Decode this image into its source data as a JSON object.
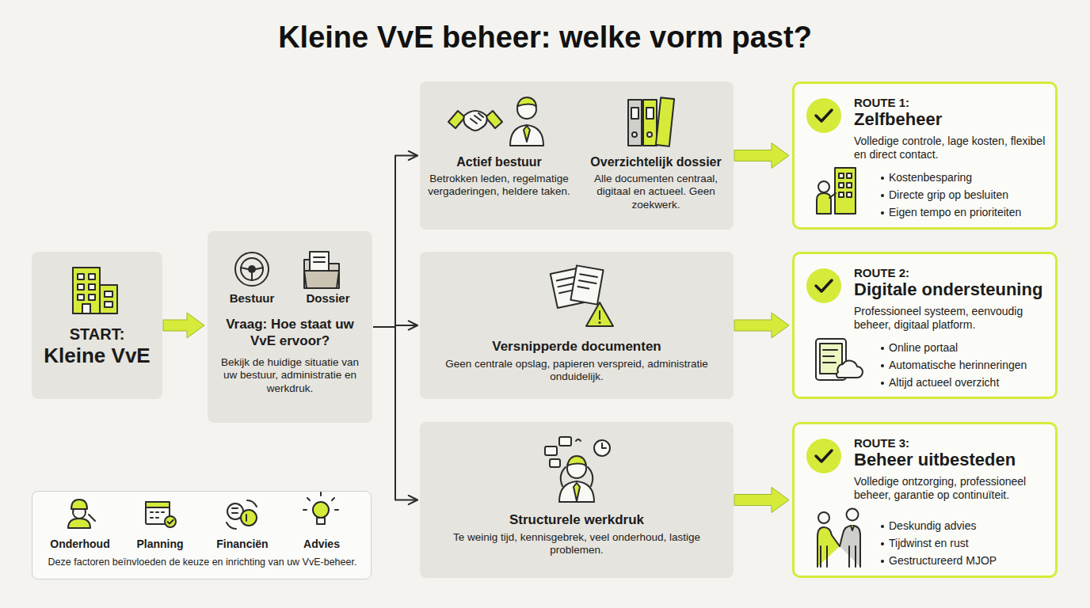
{
  "diagram": {
    "title": "Kleine VvE beheer: welke vorm past?",
    "nodes": [
      {
        "text": [
          "START:",
          "Kleine VvE"
        ]
      },
      {
        "text": [
          "Bestuur",
          "Dossier",
          "Vraag: Hoe staat uw VvE ervoor?",
          "Bekijk de huidige situatie van uw bestuur, administratie en werkdruk."
        ]
      },
      {
        "text": [
          "Actief bestuur",
          "Betrokken leden, regelmatige vergaderingen, heldere taken.",
          "Overzichtelijk dossier",
          "Alle documenten centraal, digitaal en actueel. Geen zoekwerk."
        ]
      },
      {
        "text": [
          "Versnipperde documenten",
          "Geen centrale opslag, papieren verspreid, administratie onduidelijk."
        ]
      },
      {
        "text": [
          "Structurele werkdruk",
          "Te weinig tijd, kennisgebrek, veel onderhoud, lastige problemen."
        ]
      },
      {
        "text": [
          "ROUTE 1:",
          "Zelfbeheer",
          "Volledige controle, lage kosten, flexibel en direct contact.",
          "Kostenbesparing",
          "Directe grip op besluiten",
          "Eigen tempo en prioriteiten"
        ]
      },
      {
        "text": [
          "ROUTE 2:",
          "Digitale ondersteuning",
          "Professioneel systeem, eenvoudig beheer, digitaal platform.",
          "Online portaal",
          "Automatische herinneringen",
          "Altijd actueel overzicht"
        ]
      },
      {
        "text": [
          "ROUTE 3:",
          "Beheer uitbesteden",
          "Volledige ontzorging, professioneel beheer, garantie op continuïteit.",
          "Deskundig advies",
          "Tijdwinst en rust",
          "Gestructureerd MJOP"
        ]
      },
      {
        "text": [
          "Onderhoud",
          "Planning",
          "Financiën",
          "Advies",
          "Deze factoren beïnvloeden de keuze en inrichting van uw VvE-beheer."
        ]
      }
    ],
    "edges": [
      {
        "from": 0,
        "to": 1,
        "arrow": "to"
      },
      {
        "from": 1,
        "to": 2,
        "arrow": "to"
      },
      {
        "from": 1,
        "to": 3,
        "arrow": "to"
      },
      {
        "from": 1,
        "to": 4,
        "arrow": "to"
      },
      {
        "from": 2,
        "to": 5,
        "arrow": "to"
      },
      {
        "from": 3,
        "to": 6,
        "arrow": "to"
      },
      {
        "from": 4,
        "to": 7,
        "arrow": "to"
      }
    ]
  }
}
